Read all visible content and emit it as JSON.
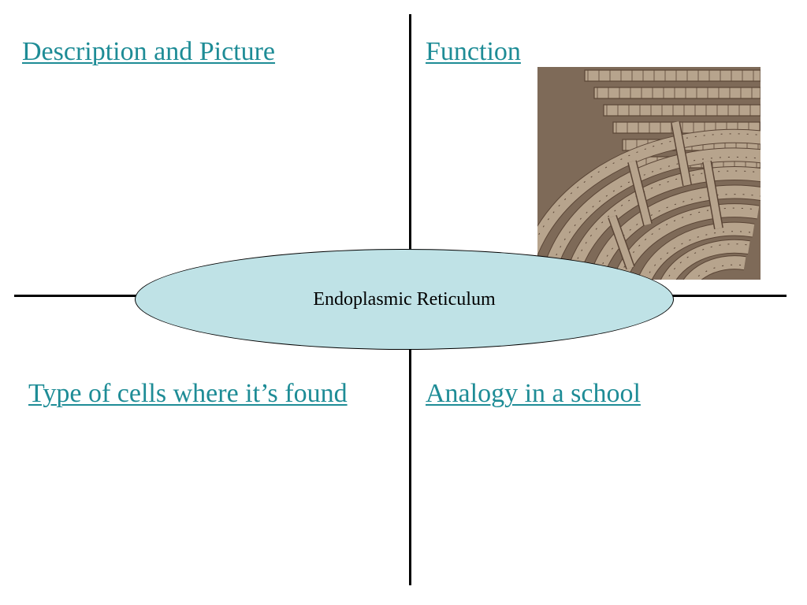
{
  "slide": {
    "background": "#ffffff",
    "line_color": "#000000",
    "heading_color": "#1e8c96",
    "ellipse_fill": "#bfe2e6"
  },
  "quadrants": {
    "top_left": {
      "heading": "Description and Picture"
    },
    "top_right": {
      "heading": "Function"
    },
    "bottom_left": {
      "heading": "Type of cells where it’s found"
    },
    "bottom_right": {
      "heading": "Analogy in a school"
    }
  },
  "center": {
    "label": "Endoplasmic Reticulum"
  },
  "image": {
    "icon": "brick-maze-photo",
    "brick_light": "#b7a48d",
    "brick_dark": "#5a4536",
    "ground": "#7e6a58"
  }
}
